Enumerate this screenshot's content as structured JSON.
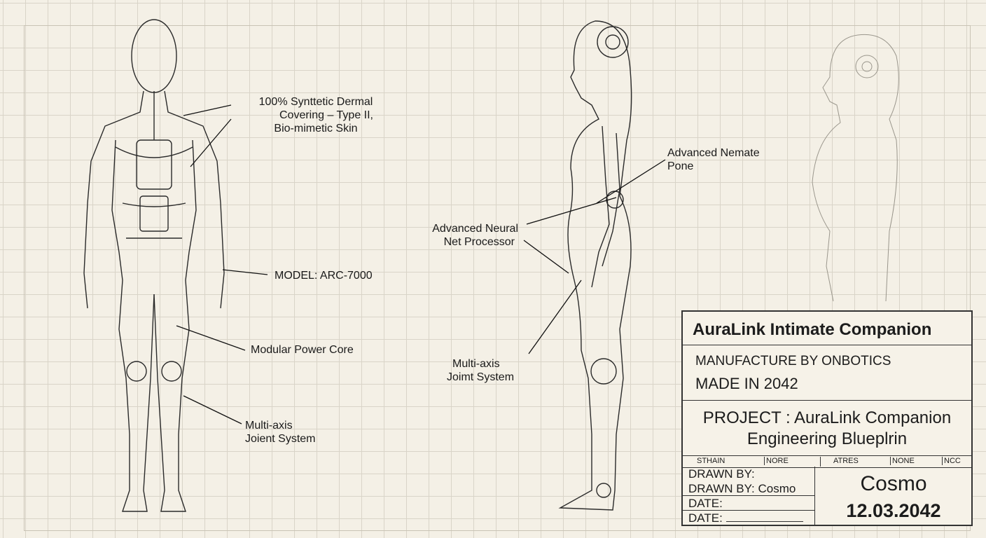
{
  "labels": {
    "dermal": [
      "100% Synttetic Dermal",
      "Covering – Type II,",
      "Bio-mimetic Skin"
    ],
    "model": "MODEL: ARC-7000",
    "power": "Modular Power Core",
    "joint_front": [
      "Multi-axis",
      "Joient System"
    ],
    "neural": [
      "Advanced Neural",
      "Net Processor"
    ],
    "nemate": [
      "Advanced Nemate",
      "Pone"
    ],
    "joint_side": [
      "Multi-axis",
      "Joimt System"
    ]
  },
  "title_block": {
    "title": "AuraLink Intimate Companion",
    "manufacturer": "MANUFACTURE BY ONBOTICS",
    "made": "MADE IN 2042",
    "project": "PROJECT : AuraLink Companion",
    "project_sub": "Engineering Blueplrin",
    "strip": [
      "STHAIN",
      "NORE",
      "ATRES",
      "NONE",
      "NCC"
    ],
    "drawn_by": "DRAWN BY:",
    "drawn_by_name": "DRAWN BY: Cosmo",
    "date1": "DATE:",
    "date2": "DATE:",
    "name": "Cosmo",
    "date_value": "12.03.2042"
  },
  "colors": {
    "paper": "#f4f0e6",
    "grid": "#d9d4c8",
    "ink": "#1c1c1c"
  }
}
